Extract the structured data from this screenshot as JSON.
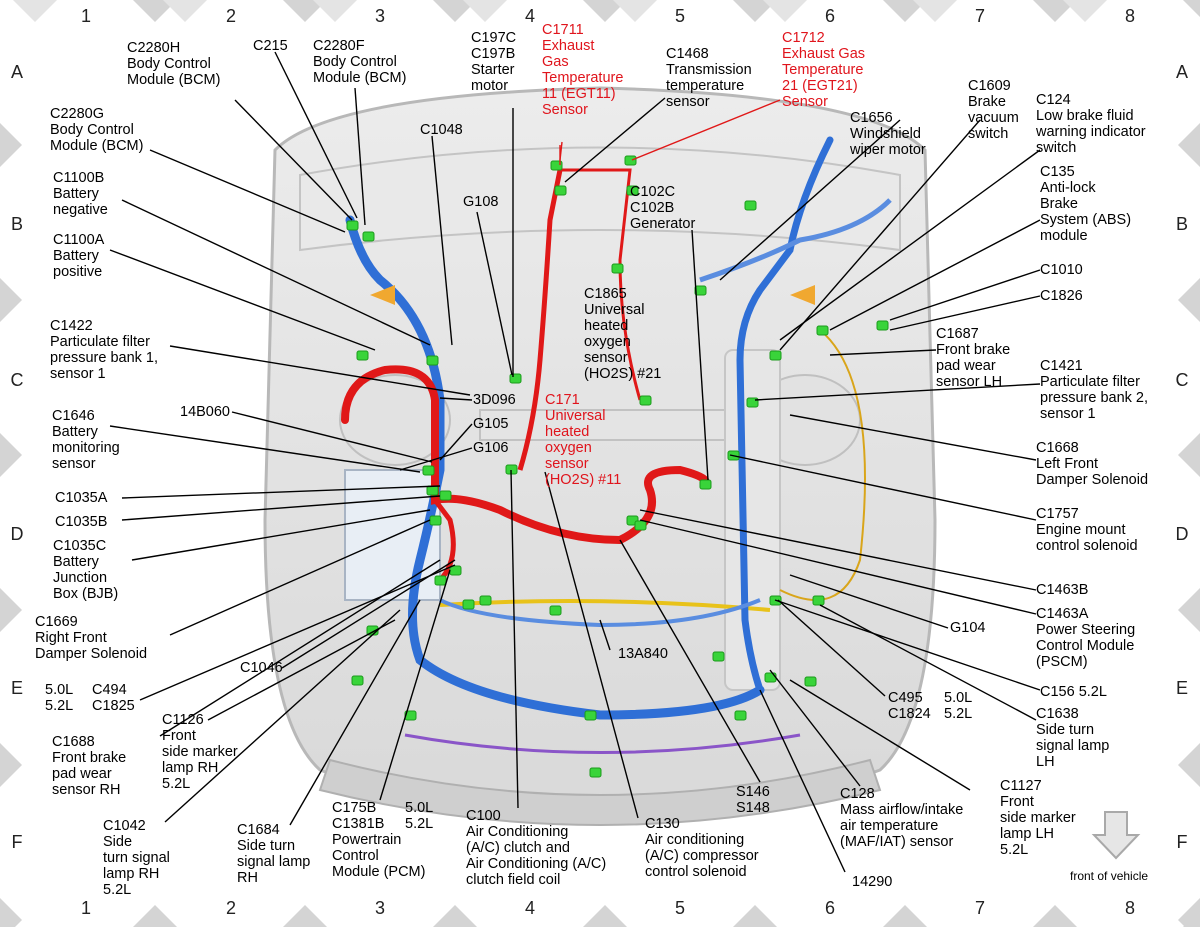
{
  "grid": {
    "columns": [
      "1",
      "2",
      "3",
      "4",
      "5",
      "6",
      "7",
      "8"
    ],
    "rows": [
      "A",
      "B",
      "C",
      "D",
      "E",
      "F"
    ]
  },
  "colors": {
    "red_harness": "#e01818",
    "blue_harness": "#2f6fd6",
    "yellow_harness": "#e8c21a",
    "purple_harness": "#8a55c8",
    "connector_green": "#39d43a",
    "red_label": "#e0141c",
    "frame_gray": "#d4d4d4"
  },
  "labels": {
    "c2280h": "C2280H\nBody Control\nModule (BCM)",
    "c215": "C215",
    "c2280f": "C2280F\nBody Control\nModule (BCM)",
    "c2280g": "C2280G\nBody Control\nModule (BCM)",
    "c1100b": "C1100B\nBattery\nnegative",
    "c1100a": "C1100A\nBattery\npositive",
    "c1422": "C1422\nParticulate filter\npressure bank 1,\nsensor 1",
    "p14b060": "14B060",
    "c1646": "C1646\nBattery\nmonitoring\nsensor",
    "c1035a": "C1035A",
    "c1035b": "C1035B",
    "c1035c": "C1035C\nBattery\nJunction\nBox (BJB)",
    "c1669": "C1669\nRight Front\nDamper Solenoid",
    "c1046": "C1046",
    "v50l_left": "5.0L",
    "v52l_left": "5.2L",
    "c494": "C494",
    "c1825": "C1825",
    "c1688": "C1688\nFront brake\npad wear\nsensor RH",
    "c1126": "C1126\nFront\nside marker\nlamp RH\n5.2L",
    "c1042": "C1042\nSide\nturn signal\nlamp RH\n5.2L",
    "c1684": "C1684\nSide turn\nsignal lamp\nRH",
    "c175b": "C175B\nC1381B\nPowertrain\nControl\nModule (PCM)",
    "v50l_pcm": "5.0L",
    "v52l_pcm": "5.2L",
    "c100": "C100\nAir Conditioning\n(A/C) clutch and\nAir Conditioning (A/C)\nclutch field coil",
    "c130": "C130\nAir conditioning\n(A/C) compressor\ncontrol solenoid",
    "s146": "S146\nS148",
    "p14290": "14290",
    "c128": "C128\nMass airflow/intake\nair temperature\n(MAF/IAT) sensor",
    "c1127": "C1127\nFront\nside marker\nlamp LH\n5.2L",
    "c1048": "C1048",
    "c197c": "C197C\nC197B\nStarter\nmotor",
    "g108": "G108",
    "c1711": "C1711\nExhaust\nGas\nTemperature\n11 (EGT11)\nSensor",
    "c1468": "C1468\nTransmission\ntemperature\nsensor",
    "c1712": "C1712\nExhaust Gas\nTemperature\n21 (EGT21)\nSensor",
    "c102c": "C102C\nC102B\nGenerator",
    "c1865": "C1865\nUniversal\nheated\noxygen\nsensor\n(HO2S) #21",
    "p3d096": "3D096",
    "g105": "G105",
    "g106": "G106",
    "c171": "C171\nUniversal\nheated\noxygen\nsensor\n(HO2S) #11",
    "p13a840": "13A840",
    "c1609": "C1609\nBrake\nvacuum\nswitch",
    "c124": "C124\nLow brake fluid\nwarning indicator\nswitch",
    "c1656": "C1656\nWindshield\nwiper motor",
    "c135": "C135\nAnti-lock\nBrake\nSystem (ABS)\nmodule",
    "c1010": "C1010",
    "c1826": "C1826",
    "c1687": "C1687\nFront brake\npad wear\nsensor LH",
    "c1421": "C1421\nParticulate filter\npressure bank 2,\nsensor 1",
    "c1668": "C1668\nLeft Front\nDamper Solenoid",
    "c1757": "C1757\nEngine mount\ncontrol solenoid",
    "c1463b": "C1463B",
    "c1463a": "C1463A\nPower Steering\nControl Module\n(PSCM)",
    "g104": "G104",
    "c156": "C156 5.2L",
    "c1638": "C1638\nSide turn\nsignal lamp\nLH",
    "c495": "C495",
    "c1824": "C1824",
    "v50l_right": "5.0L",
    "v52l_right": "5.2L",
    "front_of_vehicle": "front of vehicle"
  }
}
